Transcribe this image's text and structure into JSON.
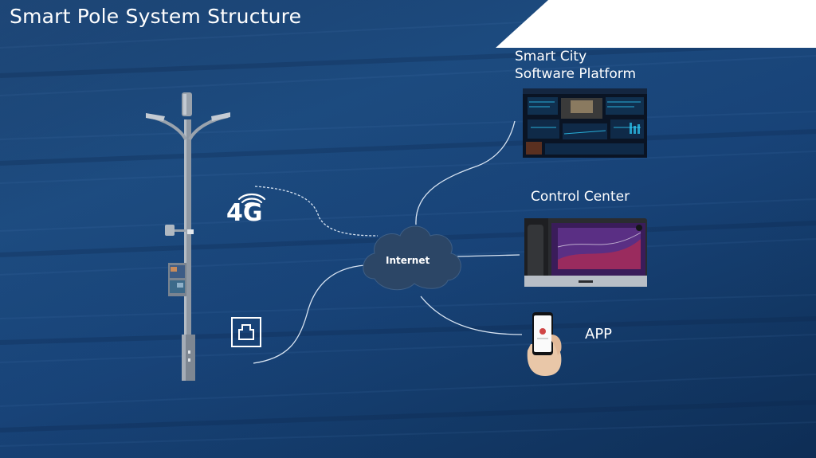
{
  "title": "Smart Pole System Structure",
  "labels": {
    "platform_line1": "Smart City",
    "platform_line2": "Software Platform",
    "control_center": "Control Center",
    "app": "APP",
    "internet": "Internet",
    "network_4g": "4G"
  },
  "colors": {
    "background": "#184378",
    "link_line": "#d8e4f2",
    "cloud": "#2c4666",
    "text": "#ffffff"
  },
  "icons": [
    "smart-pole-illustration",
    "wifi-signal-icon",
    "ethernet-port-icon",
    "internet-cloud-icon",
    "software-dashboard-image",
    "control-center-terminal-image",
    "smartphone-hand-image"
  ]
}
